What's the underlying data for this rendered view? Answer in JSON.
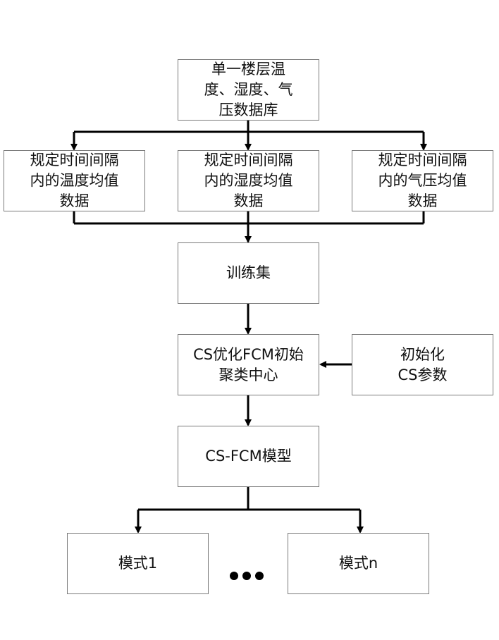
{
  "nodes": {
    "database": {
      "lines": [
        "单一楼层温",
        "度、湿度、气",
        "压数据库"
      ]
    },
    "temp_mean": {
      "lines": [
        "规定时间间隔",
        "内的温度均值",
        "数据"
      ]
    },
    "humidity_mean": {
      "lines": [
        "规定时间间隔",
        "内的湿度均值",
        "数据"
      ]
    },
    "pressure_mean": {
      "lines": [
        "规定时间间隔",
        "内的气压均值",
        "数据"
      ]
    },
    "training_set": {
      "lines": [
        "训练集"
      ]
    },
    "cs_optimize": {
      "lines": [
        "CS优化FCM初始",
        "聚类中心"
      ]
    },
    "init_cs": {
      "lines": [
        "初始化",
        "CS参数"
      ]
    },
    "model": {
      "lines": [
        "CS-FCM模型"
      ]
    },
    "mode_1": {
      "lines": [
        "模式1"
      ]
    },
    "mode_n": {
      "lines": [
        "模式n"
      ]
    }
  },
  "ellipsis_icon": "three-dots",
  "colors": {
    "border": "#7a7a7a",
    "line": "#000000",
    "text": "#111111"
  }
}
